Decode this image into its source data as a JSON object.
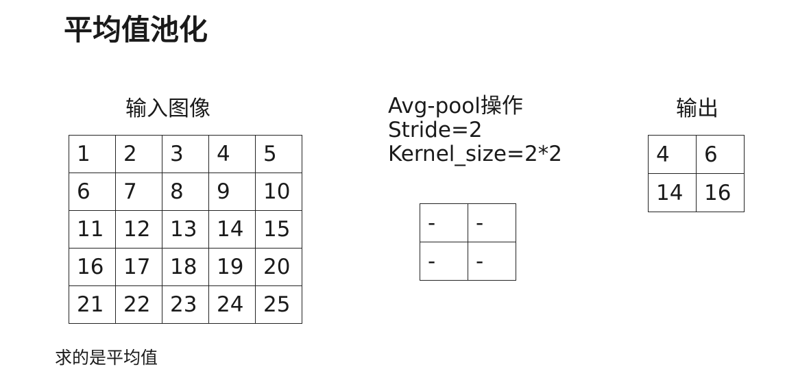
{
  "title": "平均值池化",
  "input": {
    "label": "输入图像",
    "rows": [
      [
        "1",
        "2",
        "3",
        "4",
        "5"
      ],
      [
        "6",
        "7",
        "8",
        "9",
        "10"
      ],
      [
        "11",
        "12",
        "13",
        "14",
        "15"
      ],
      [
        "16",
        "17",
        "18",
        "19",
        "20"
      ],
      [
        "21",
        "22",
        "23",
        "24",
        "25"
      ]
    ]
  },
  "operation": {
    "lines": [
      "Avg-pool操作",
      "Stride=2",
      "Kernel_size=2*2"
    ],
    "kernel_rows": [
      [
        "-",
        "-"
      ],
      [
        "-",
        "-"
      ]
    ]
  },
  "output": {
    "label": "输出",
    "rows": [
      [
        "4",
        "6"
      ],
      [
        "14",
        "16"
      ]
    ]
  },
  "note": "求的是平均值"
}
